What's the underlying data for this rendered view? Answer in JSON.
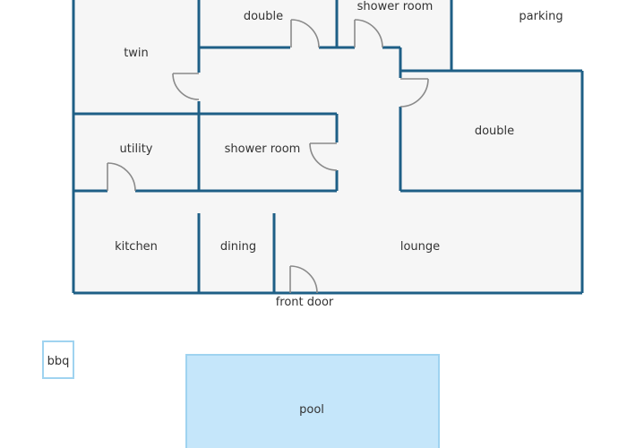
{
  "rooms": {
    "twin": "twin",
    "double_top": "double",
    "shower_top": "shower room",
    "parking": "parking",
    "double_right": "double",
    "utility": "utility",
    "shower_mid": "shower room",
    "kitchen": "kitchen",
    "dining": "dining",
    "lounge": "lounge",
    "front_door": "front door",
    "bbq": "bbq",
    "pool": "pool"
  },
  "colors": {
    "wall": "#1e5f86",
    "floor": "#f6f6f6",
    "door": "#8a8a8a",
    "pool_fill": "#c5e6fa",
    "pool_stroke": "#9fd3f0",
    "bbq_stroke": "#9fd3f0"
  }
}
